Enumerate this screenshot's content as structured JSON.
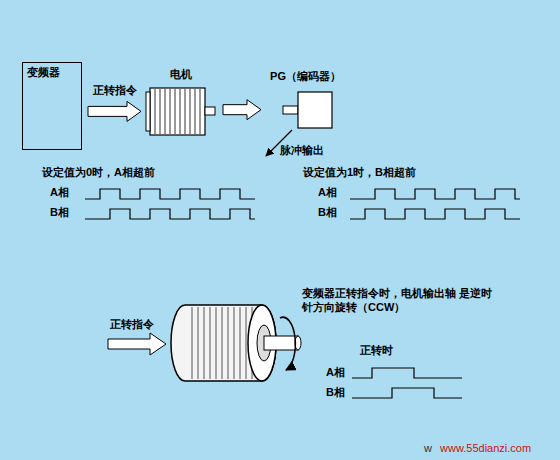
{
  "diagram": {
    "nodes": [
      {
        "text": [
          "变频器"
        ]
      },
      {
        "text": [
          "电机"
        ]
      },
      {
        "text": [
          "PG（编码器）"
        ]
      }
    ],
    "edges": [
      {
        "from": 0,
        "to": 1,
        "arrow": "to",
        "label": "正转指令"
      },
      {
        "from": 1,
        "to": 2,
        "arrow": "to"
      }
    ],
    "labels": [
      "脉冲输出",
      "设定值为0时，A相超前",
      "A相",
      "B相",
      "设定值为1时，B相超前",
      "A相",
      "B相",
      "正转指令",
      "变频器正转指令时，电机输出轴 是逆时针方向旋转（CCW）",
      "正转时",
      "A相",
      "B相",
      "w",
      "www.55dianzi.com"
    ]
  }
}
